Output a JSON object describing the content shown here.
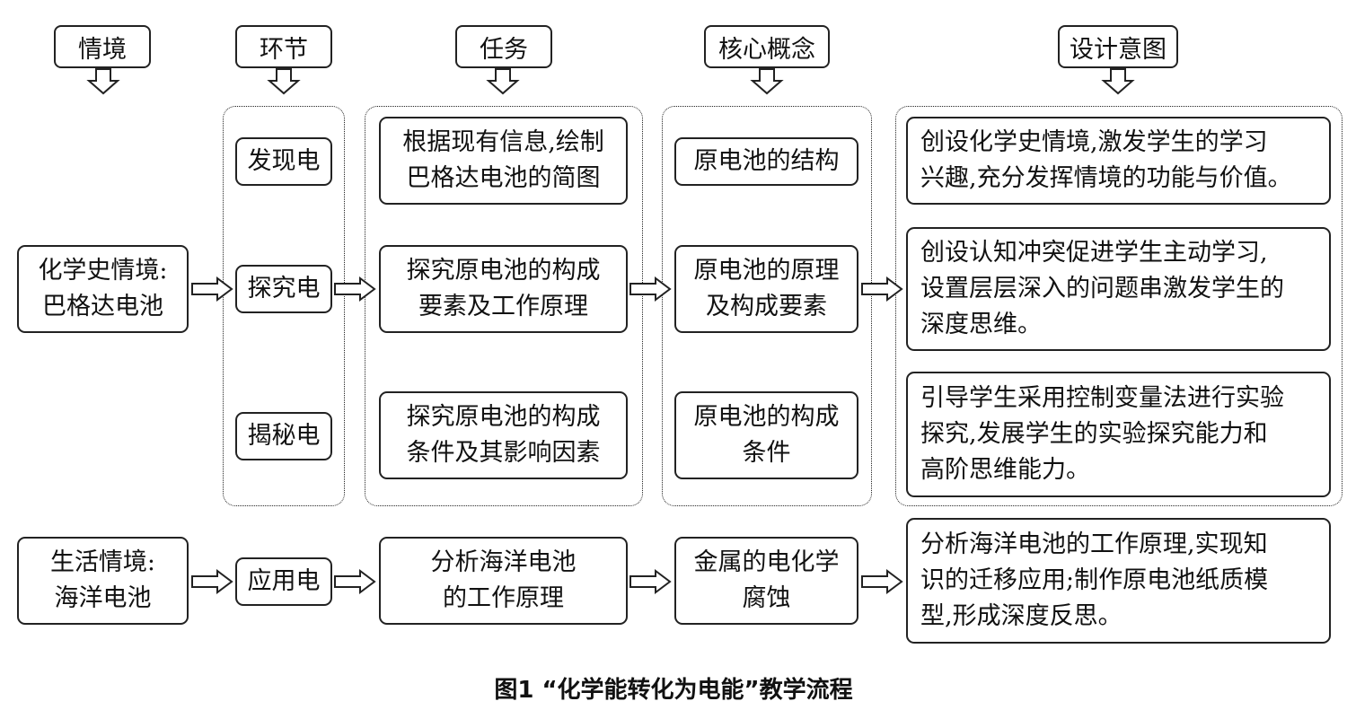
{
  "headers": {
    "scenario": "情境",
    "stage": "环节",
    "task": "任务",
    "core_concept": "核心概念",
    "design_intent": "设计意图"
  },
  "scenarios": {
    "history": "化学史情境:\n巴格达电池",
    "life": "生活情境:\n海洋电池"
  },
  "stages": {
    "discover": "发现电",
    "explore": "探究电",
    "reveal": "揭秘电",
    "apply": "应用电"
  },
  "tasks": {
    "t1": "根据现有信息,绘制\n巴格达电池的简图",
    "t2": "探究原电池的构成\n要素及工作原理",
    "t3": "探究原电池的构成\n条件及其影响因素",
    "t4": "分析海洋电池\n的工作原理"
  },
  "concepts": {
    "c1": "原电池的结构",
    "c2": "原电池的原理\n及构成要素",
    "c3": "原电池的构成\n条件",
    "c4": "金属的电化学\n腐蚀"
  },
  "intents": {
    "i1": "创设化学史情境,激发学生的学习\n兴趣,充分发挥情境的功能与价值。",
    "i2": "创设认知冲突促进学生主动学习,\n设置层层深入的问题串激发学生的\n深度思维。",
    "i3": "引导学生采用控制变量法进行实验\n探究,发展学生的实验探究能力和\n高阶思维能力。",
    "i4": "分析海洋电池的工作原理,实现知\n识的迁移应用;制作原电池纸质模\n型,形成深度反思。"
  },
  "caption": "图1 “化学能转化为电能”教学流程"
}
